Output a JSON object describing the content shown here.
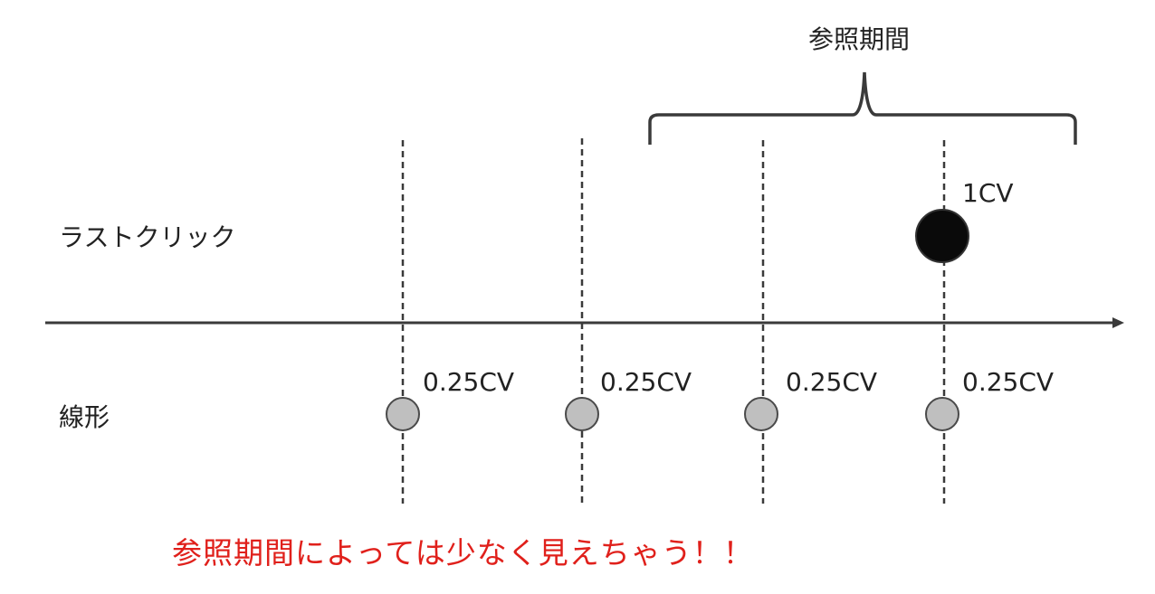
{
  "period_label": "参照期間",
  "rows": {
    "last_click": {
      "label": "ラストクリック",
      "values": [
        "1CV"
      ]
    },
    "linear": {
      "label": "線形",
      "values": [
        "0.25CV",
        "0.25CV",
        "0.25CV",
        "0.25CV"
      ]
    }
  },
  "note": "参照期間によっては少なく見えちゃう！！",
  "colors": {
    "axis": "#3a3a3a",
    "last_click_dot": "#0a0a0a",
    "linear_dot": "#bfbfbf",
    "note": "#e0201b"
  }
}
